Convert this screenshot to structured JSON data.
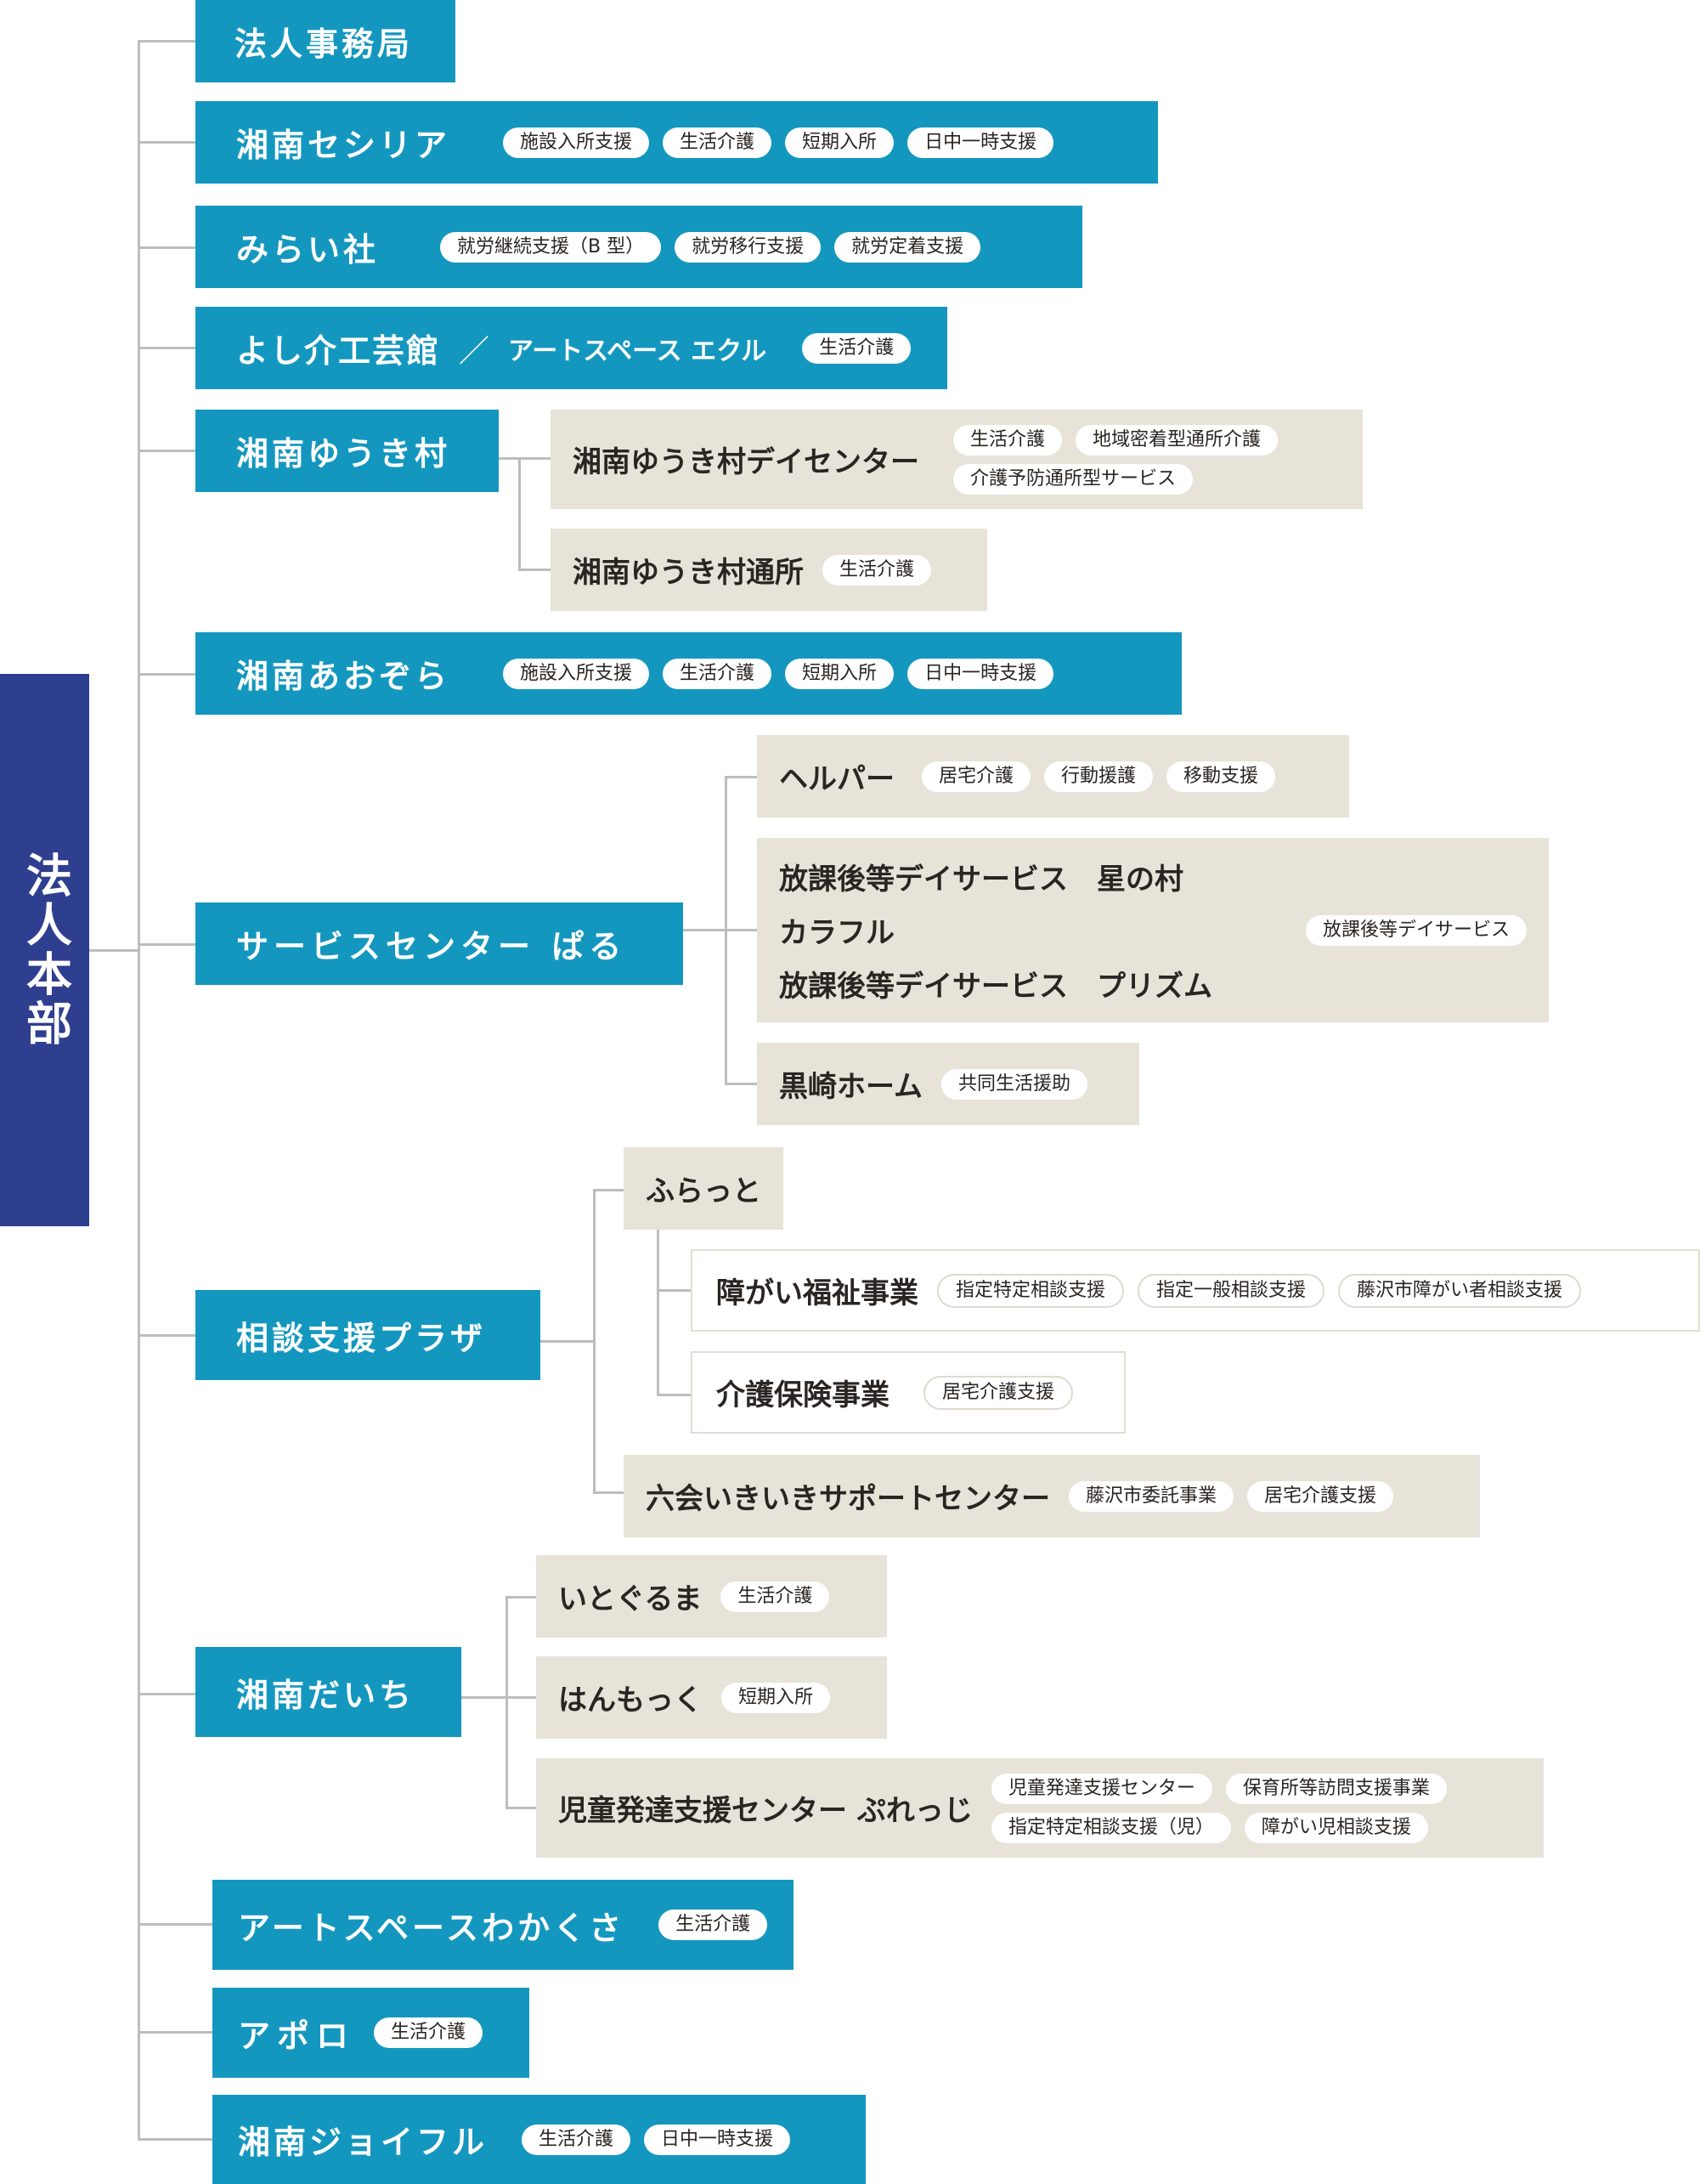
{
  "root": {
    "label": "法人本部"
  },
  "departments": {
    "jimukyoku": {
      "name": "法人事務局"
    },
    "cecilia": {
      "name": "湘南セシリア",
      "tags": [
        "施設入所支援",
        "生活介護",
        "短期入所",
        "日中一時支援"
      ]
    },
    "miraisha": {
      "name": "みらい社",
      "tags": [
        "就労継続支援（B 型）",
        "就労移行支援",
        "就労定着支援"
      ]
    },
    "yoshikai": {
      "name": "よし介工芸館",
      "separator": "／",
      "sub": "アートスペース エクル",
      "tags": [
        "生活介護"
      ]
    },
    "yukimura": {
      "name": "湘南ゆうき村",
      "children": [
        {
          "name": "湘南ゆうき村デイセンター",
          "tags_row1": [
            "生活介護",
            "地域密着型通所介護"
          ],
          "tags_row2": [
            "介護予防通所型サービス"
          ]
        },
        {
          "name": "湘南ゆうき村通所",
          "tags": [
            "生活介護"
          ]
        }
      ]
    },
    "aozora": {
      "name": "湘南あおぞら",
      "tags": [
        "施設入所支援",
        "生活介護",
        "短期入所",
        "日中一時支援"
      ]
    },
    "paru": {
      "name": "サービスセンター ぱる",
      "children": [
        {
          "name": "ヘルパー",
          "tags": [
            "居宅介護",
            "行動援護",
            "移動支援"
          ]
        },
        {
          "lines": [
            "放課後等デイサービス　星の村",
            "カラフル",
            "放課後等デイサービス　プリズム"
          ],
          "tags": [
            "放課後等デイサービス"
          ]
        },
        {
          "name": "黒崎ホーム",
          "tags": [
            "共同生活援助"
          ]
        }
      ]
    },
    "plaza": {
      "name": "相談支援プラザ",
      "children": [
        {
          "name": "ふらっと",
          "children": [
            {
              "name": "障がい福祉事業",
              "tags": [
                "指定特定相談支援",
                "指定一般相談支援",
                "藤沢市障がい者相談支援"
              ]
            },
            {
              "name": "介護保険事業",
              "tags": [
                "居宅介護支援"
              ]
            }
          ]
        },
        {
          "name": "六会いきいきサポートセンター",
          "tags": [
            "藤沢市委託事業",
            "居宅介護支援"
          ]
        }
      ]
    },
    "daiichi": {
      "name": "湘南だいち",
      "children": [
        {
          "name": "いとぐるま",
          "tags": [
            "生活介護"
          ]
        },
        {
          "name": "はんもっく",
          "tags": [
            "短期入所"
          ]
        },
        {
          "name": "児童発達支援センター ぷれっじ",
          "tags_row1": [
            "児童発達支援センター",
            "保育所等訪問支援事業"
          ],
          "tags_row2": [
            "指定特定相談支援（児）",
            "障がい児相談支援"
          ]
        }
      ]
    },
    "wakakusa": {
      "name": "アートスペースわかくさ",
      "tags": [
        "生活介護"
      ]
    },
    "apollo": {
      "name": "アポロ",
      "tags": [
        "生活介護"
      ]
    },
    "joyful": {
      "name": "湘南ジョイフル",
      "tags": [
        "生活介護",
        "日中一時支援"
      ]
    }
  },
  "colors": {
    "root": "#2f3f8f",
    "primary": "#1497bf",
    "secondary": "#e7e3d8",
    "connector": "#bdbdbd"
  }
}
